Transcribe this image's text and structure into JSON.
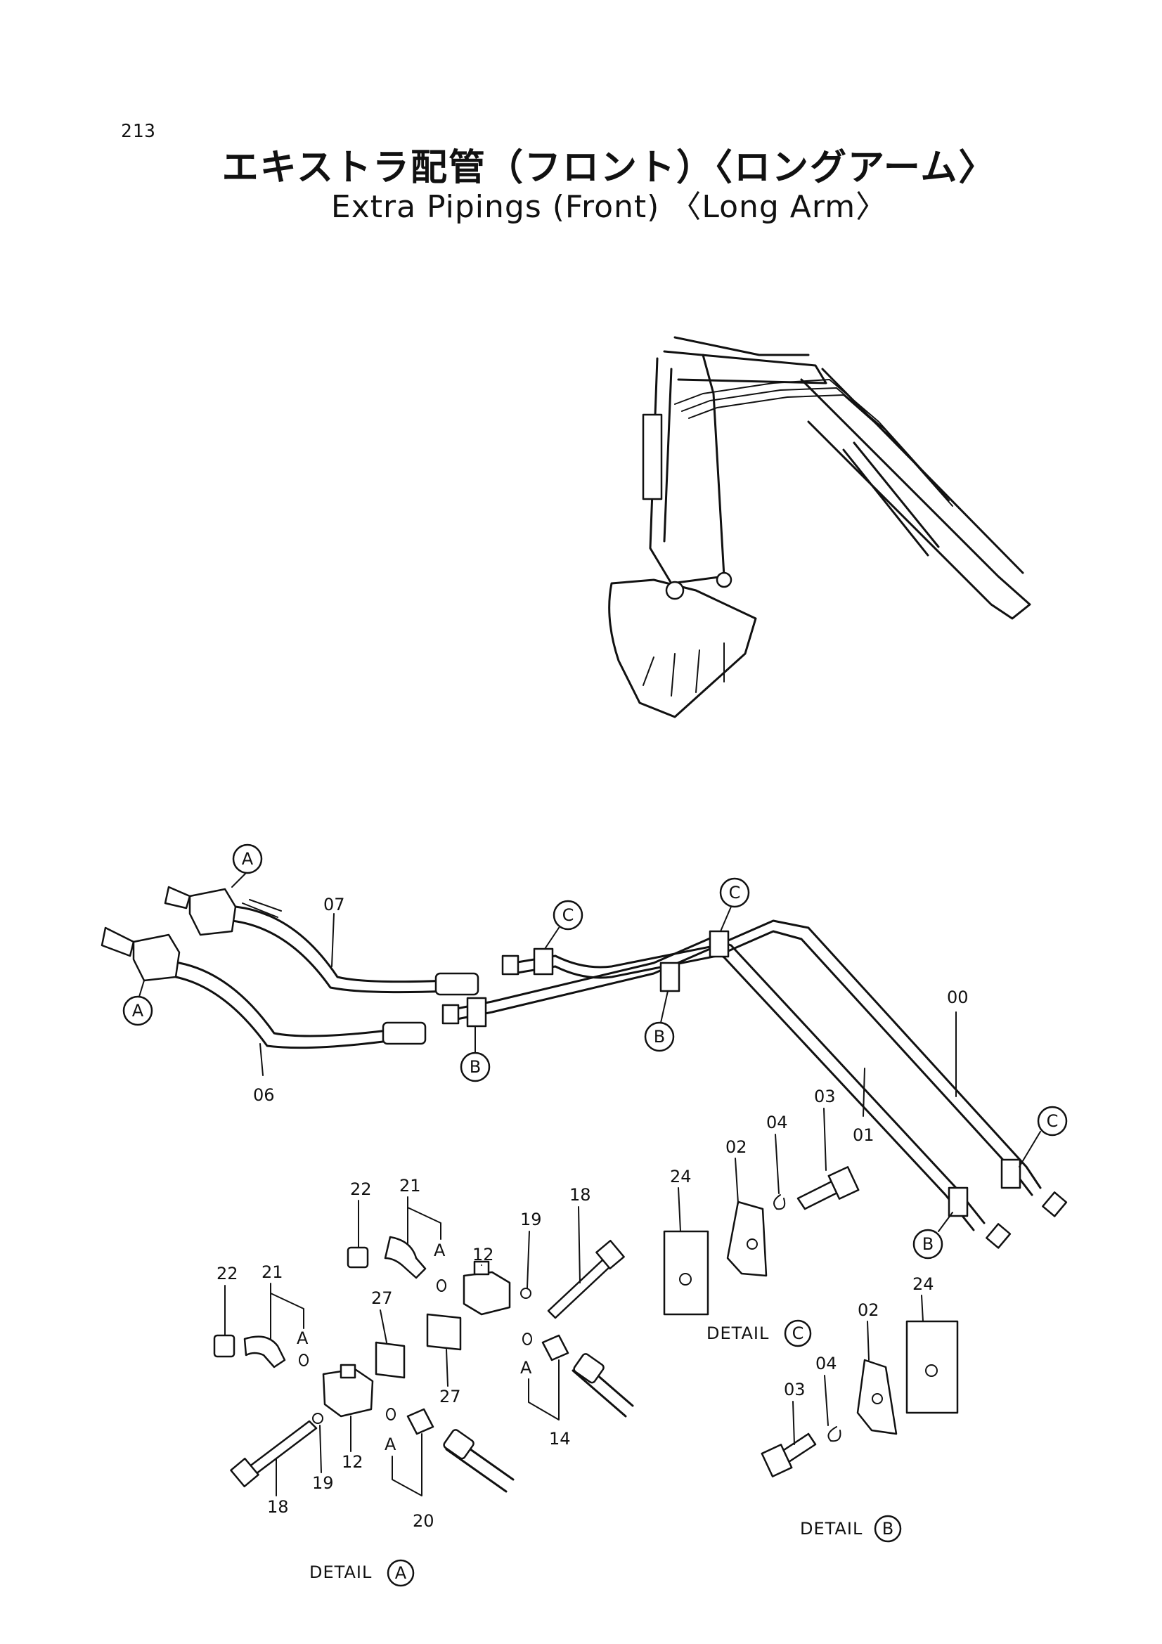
{
  "page_number": "213",
  "title_jp": "エキストラ配管（フロント）〈ロングアーム〉",
  "title_en": "Extra Pipings (Front) 〈Long Arm〉",
  "callouts": {
    "a1": "A",
    "a2": "A",
    "b1": "B",
    "b2": "B",
    "b3": "B",
    "c1": "C",
    "c2": "C",
    "c3": "C"
  },
  "part_numbers": {
    "p07": "07",
    "p06": "06",
    "p00": "00",
    "p01": "01",
    "p03a": "03",
    "p04a": "04",
    "p02a": "02",
    "p24a": "24",
    "p22a": "22",
    "p21a": "21",
    "pAa": "A",
    "p18a": "18",
    "p19a": "19",
    "p12a": "12",
    "p27a": "27",
    "p22b": "22",
    "p21b": "21",
    "pAb": "A",
    "p27b": "27",
    "pAc": "A",
    "p14": "14",
    "p12b": "12",
    "p19b": "19",
    "p18b": "18",
    "pAd": "A",
    "p20": "20",
    "p02b": "02",
    "p24b": "24",
    "p04b": "04",
    "p03b": "03"
  },
  "details": {
    "detail_c": {
      "text": "DETAIL",
      "letter": "C"
    },
    "detail_a": {
      "text": "DETAIL",
      "letter": "A"
    },
    "detail_b": {
      "text": "DETAIL",
      "letter": "B"
    }
  }
}
